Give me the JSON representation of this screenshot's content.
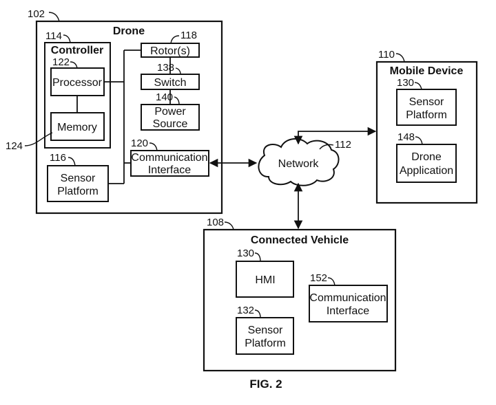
{
  "drone": {
    "ref": "102",
    "title": "Drone",
    "controller": {
      "ref": "114",
      "title": "Controller",
      "processor": {
        "ref": "122",
        "label": "Processor"
      },
      "memory": {
        "ref": "124",
        "label": "Memory"
      }
    },
    "rotor": {
      "ref": "118",
      "label": "Rotor(s)"
    },
    "switch": {
      "ref": "138",
      "label": "Switch"
    },
    "power_source": {
      "ref": "140",
      "line1": "Power",
      "line2": "Source"
    },
    "comm_interface": {
      "ref": "120",
      "line1": "Communication",
      "line2": "Interface"
    },
    "sensor_platform": {
      "ref": "116",
      "line1": "Sensor",
      "line2": "Platform"
    }
  },
  "network": {
    "ref": "112",
    "label": "Network"
  },
  "mobile_device": {
    "ref": "110",
    "title": "Mobile Device",
    "sensor_platform": {
      "ref": "130",
      "line1": "Sensor",
      "line2": "Platform"
    },
    "drone_application": {
      "ref": "148",
      "line1": "Drone",
      "line2": "Application"
    }
  },
  "connected_vehicle": {
    "ref": "108",
    "title": "Connected Vehicle",
    "hmi": {
      "ref": "130",
      "label": "HMI"
    },
    "sensor_platform": {
      "ref": "132",
      "line1": "Sensor",
      "line2": "Platform"
    },
    "comm_interface": {
      "ref": "152",
      "line1": "Communication",
      "line2": "Interface"
    }
  },
  "figure_label": "FIG. 2"
}
